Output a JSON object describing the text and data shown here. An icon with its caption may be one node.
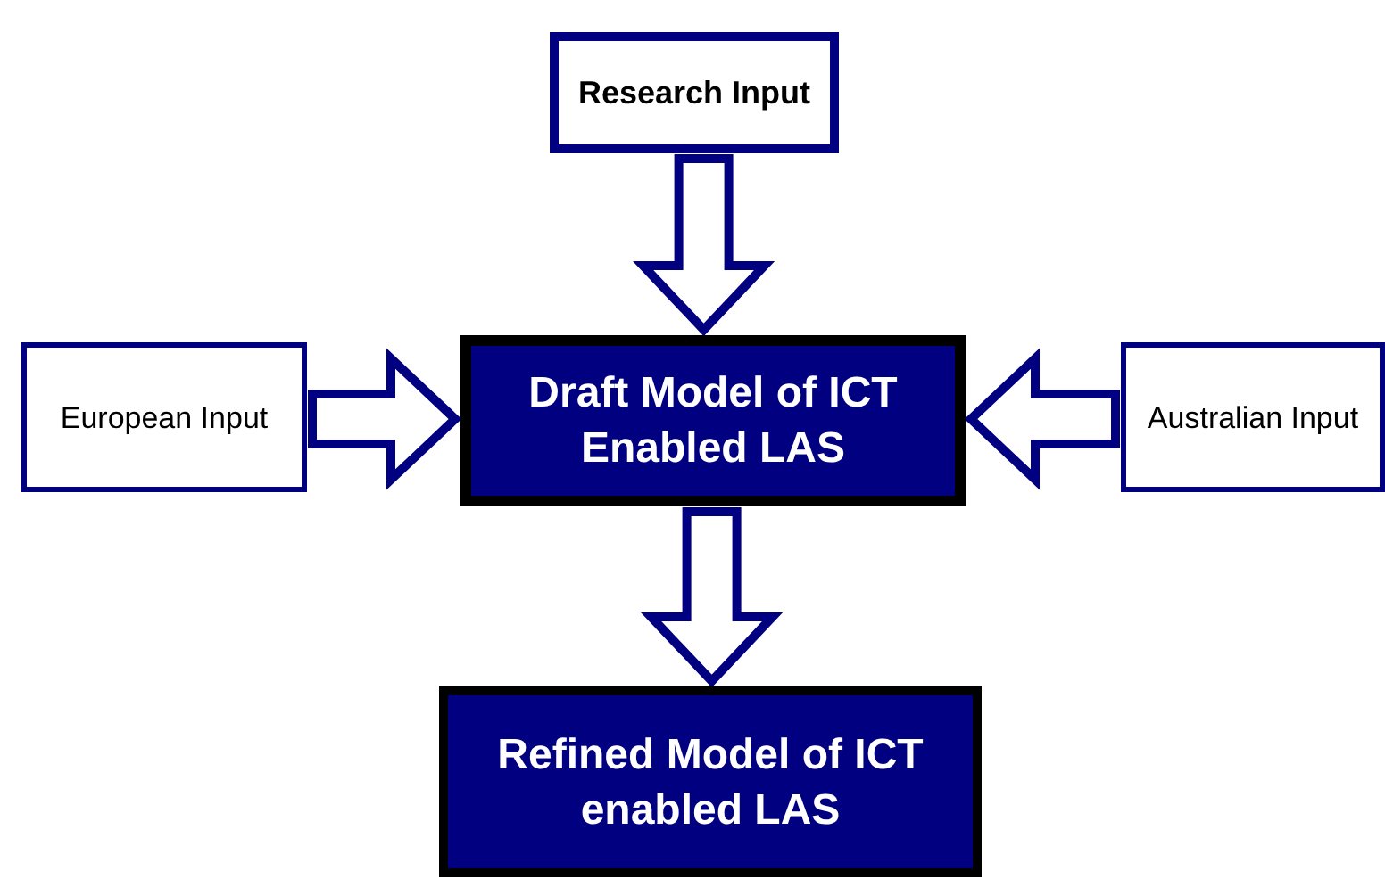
{
  "diagram": {
    "nodes": [
      {
        "text": [
          "Research Input"
        ]
      },
      {
        "text": [
          "European Input"
        ]
      },
      {
        "text": [
          "Draft Model of ICT Enabled LAS"
        ]
      },
      {
        "text": [
          "Australian Input"
        ]
      },
      {
        "text": [
          "Refined Model of ICT enabled LAS"
        ]
      }
    ],
    "edges": [
      {
        "from": 0,
        "to": 2,
        "arrow": "to"
      },
      {
        "from": 1,
        "to": 2,
        "arrow": "to"
      },
      {
        "from": 3,
        "to": 2,
        "arrow": "to"
      },
      {
        "from": 2,
        "to": 4,
        "arrow": "to"
      }
    ]
  }
}
